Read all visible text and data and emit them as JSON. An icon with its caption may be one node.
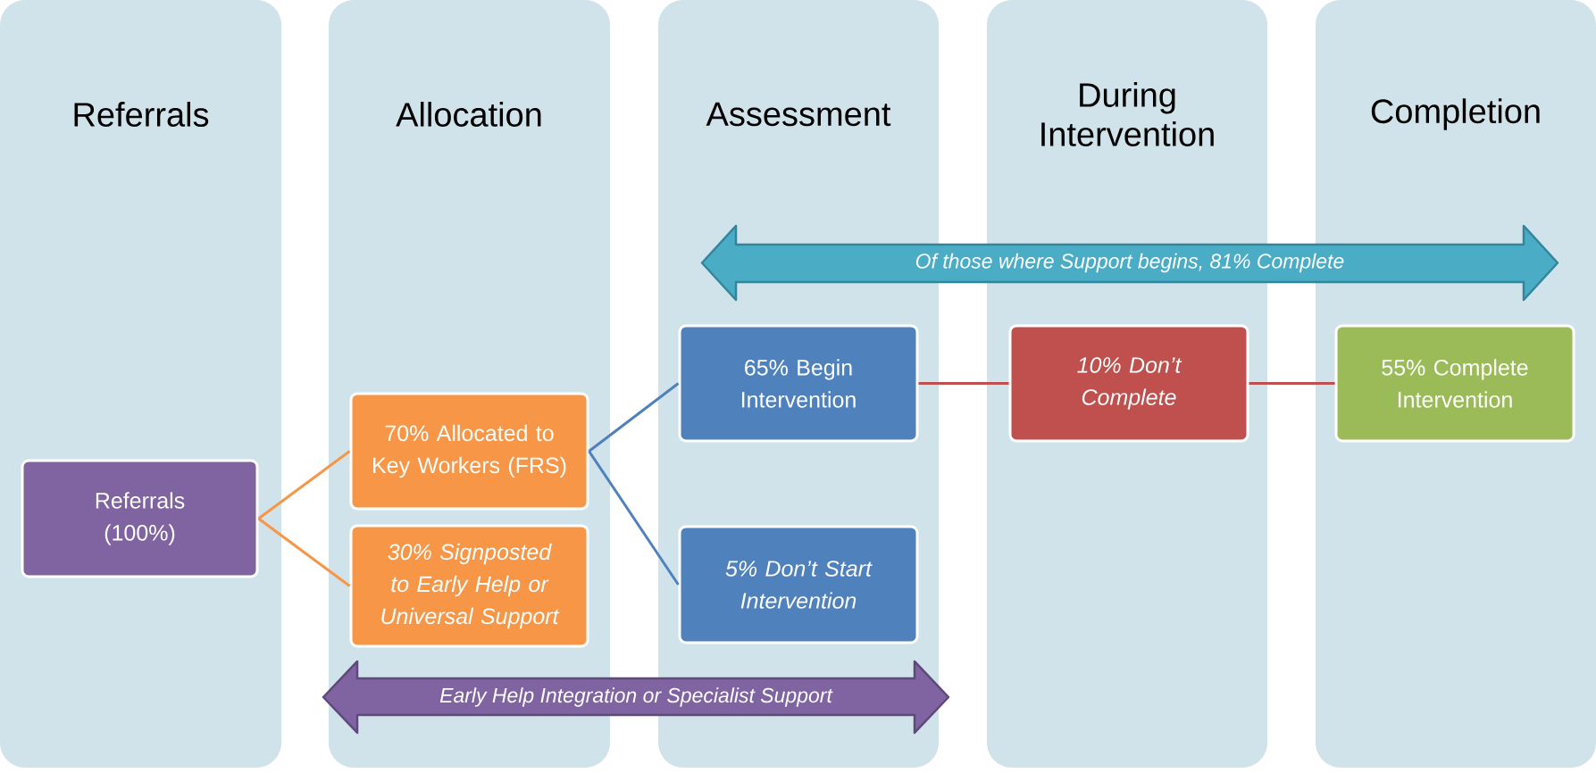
{
  "diagram": {
    "nodes": [
      {
        "text": [
          "Referrals"
        ]
      },
      {
        "text": [
          "Allocation"
        ]
      },
      {
        "text": [
          "Assessment"
        ]
      },
      {
        "text": [
          "During Intervention"
        ]
      },
      {
        "text": [
          "Completion"
        ]
      },
      {
        "text": [
          "Referrals (100%)"
        ],
        "in": 0
      },
      {
        "text": [
          "70% Allocated to Key Workers (FRS)"
        ],
        "in": 1
      },
      {
        "text": [
          "30% Signposted to Early Help or Universal Support"
        ],
        "in": 1
      },
      {
        "text": [
          "Of those where Support begins, 81% Complete"
        ]
      },
      {
        "text": [
          "65% Begin Intervention"
        ],
        "in": 2
      },
      {
        "text": [
          "5% Don’t Start Intervention"
        ],
        "in": 2
      },
      {
        "text": [
          "10% Don’t Complete"
        ],
        "in": 3
      },
      {
        "text": [
          "55% Complete Intervention"
        ],
        "in": 4
      },
      {
        "text": [
          "Early Help Integration or Specialist Support"
        ]
      }
    ],
    "edges": [
      {
        "from": 5,
        "to": 6,
        "arrow": "none",
        "color": "#f79646"
      },
      {
        "from": 5,
        "to": 7,
        "arrow": "none",
        "color": "#f79646"
      },
      {
        "from": 6,
        "to": 9,
        "arrow": "none",
        "color": "#4f81bd"
      },
      {
        "from": 6,
        "to": 10,
        "arrow": "none",
        "color": "#4f81bd"
      },
      {
        "from": 9,
        "to": 11,
        "arrow": "none",
        "color": "#c0504d"
      },
      {
        "from": 11,
        "to": 12,
        "arrow": "none",
        "color": "#c0504d"
      }
    ]
  }
}
